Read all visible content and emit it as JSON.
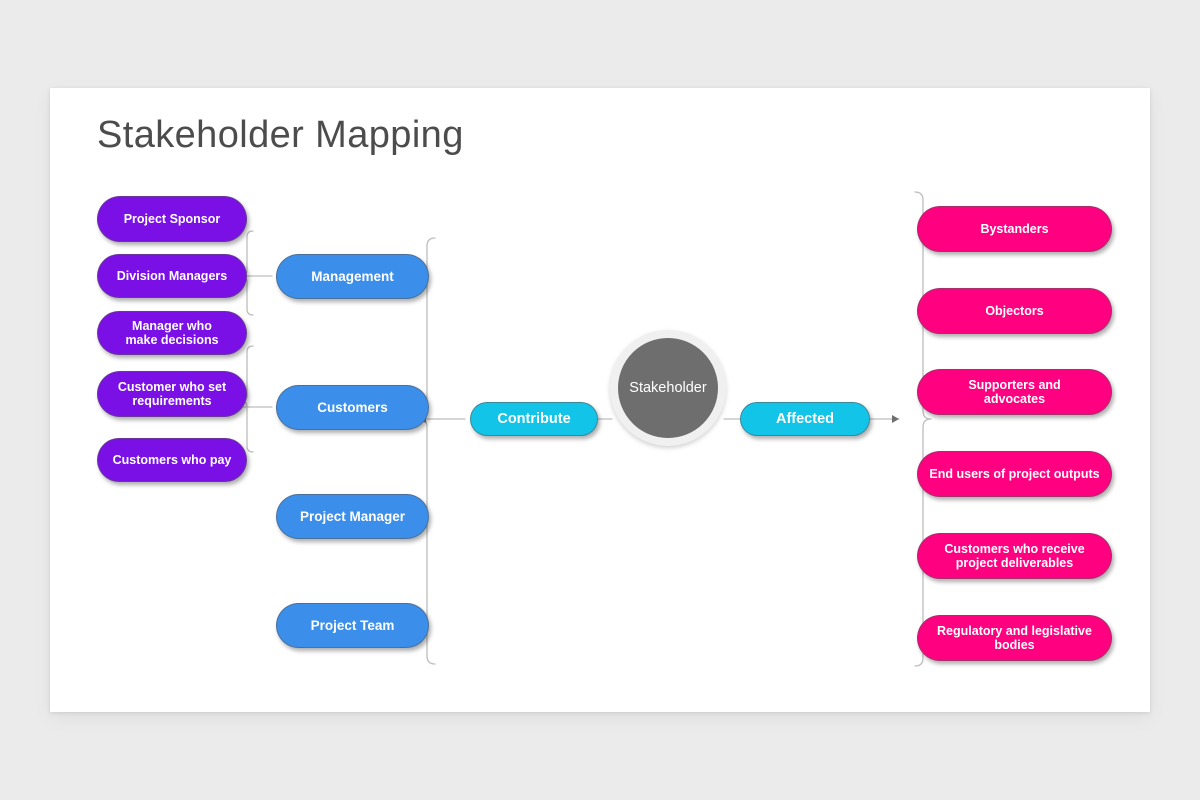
{
  "slide": {
    "title": "Stakeholder Mapping",
    "background_color": "#ebebeb",
    "card_color": "#ffffff"
  },
  "palette": {
    "purple": "#7a0fe6",
    "blue": "#3b8eea",
    "pink": "#ff0080",
    "cyan": "#12c4e8",
    "center_gray": "#6e6e6e",
    "center_ring": "#f0f0f0",
    "connector": "#bdbdbd",
    "title_text": "#4c4c4c"
  },
  "diagram": {
    "type": "stakeholder-map",
    "center": {
      "label": "Stakeholder",
      "shape": "circle"
    },
    "relations": [
      {
        "label": "Contribute",
        "side": "left",
        "arrow": "left"
      },
      {
        "label": "Affected",
        "side": "right",
        "arrow": "right"
      }
    ],
    "left_detail_column": {
      "name": "contributor-details",
      "items": [
        {
          "label": "Project Sponsor",
          "group": "management"
        },
        {
          "label": "Division Managers",
          "group": "management"
        },
        {
          "label": "Manager who\nmake decisions",
          "group": "management"
        },
        {
          "label": "Customer who set\nrequirements",
          "group": "customers"
        },
        {
          "label": "Customers who pay",
          "group": "customers"
        }
      ]
    },
    "left_category_column": {
      "name": "contributor-categories",
      "items": [
        {
          "label": "Management"
        },
        {
          "label": "Customers"
        },
        {
          "label": "Project Manager"
        },
        {
          "label": "Project Team"
        }
      ]
    },
    "right_column": {
      "name": "affected-stakeholders",
      "items": [
        {
          "label": "Bystanders"
        },
        {
          "label": "Objectors"
        },
        {
          "label": "Supporters and\nadvocates"
        },
        {
          "label": "End users of project outputs"
        },
        {
          "label": "Customers who receive\nproject deliverables"
        },
        {
          "label": "Regulatory and legislative\nbodies"
        }
      ]
    }
  }
}
